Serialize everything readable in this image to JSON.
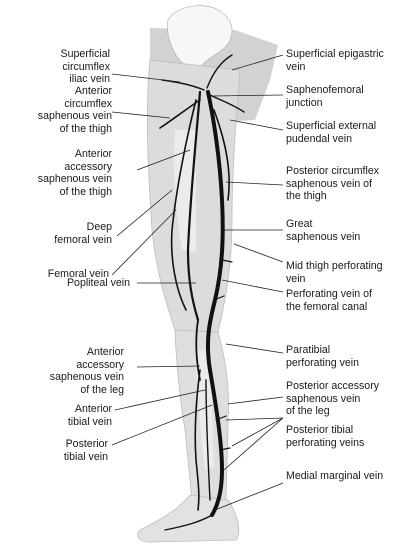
{
  "labels": {
    "left": [
      {
        "id": "superficial-circumflex-iliac-vein",
        "text": "Superficial\ncircumflex\niliac vein"
      },
      {
        "id": "anterior-circumflex-saphenous-vein-thigh",
        "text": "Anterior\ncircumflex\nsaphenous vein\nof the thigh"
      },
      {
        "id": "anterior-accessory-saphenous-vein-thigh",
        "text": "Anterior\naccessory\nsaphenous vein\nof the thigh"
      },
      {
        "id": "deep-femoral-vein",
        "text": "Deep\nfemoral vein"
      },
      {
        "id": "femoral-vein",
        "text": "Femoral vein"
      },
      {
        "id": "popliteal-vein",
        "text": "Popliteal vein"
      },
      {
        "id": "anterior-accessory-saphenous-vein-leg",
        "text": "Anterior\naccessory\nsaphenous vein\nof the leg"
      },
      {
        "id": "anterior-tibial-vein",
        "text": "Anterior\ntibial vein"
      },
      {
        "id": "posterior-tibial-vein",
        "text": "Posterior\ntibial vein"
      }
    ],
    "right": [
      {
        "id": "superficial-epigastric-vein",
        "text": "Superficial epigastric\nvein"
      },
      {
        "id": "saphenofemoral-junction",
        "text": "Saphenofemoral\njunction"
      },
      {
        "id": "superficial-external-pudendal-vein",
        "text": "Superficial external\npudendal vein"
      },
      {
        "id": "posterior-circumflex-saphenous-vein-thigh",
        "text": "Posterior circumflex\nsaphenous vein of\nthe thigh"
      },
      {
        "id": "great-saphenous-vein",
        "text": "Great\nsaphenous vein"
      },
      {
        "id": "mid-thigh-perforating-vein",
        "text": "Mid thigh perforating\nvein"
      },
      {
        "id": "perforating-vein-femoral-canal",
        "text": "Perforating vein of\nthe femoral canal"
      },
      {
        "id": "paratibial-perforating-vein",
        "text": "Paratibial\nperforating vein"
      },
      {
        "id": "posterior-accessory-saphenous-vein-leg",
        "text": "Posterior accessory\nsaphenous vein\nof the leg"
      },
      {
        "id": "posterior-tibial-perforating-veins",
        "text": "Posterior tibial\nperforating veins"
      },
      {
        "id": "medial-marginal-vein",
        "text": "Medial marginal vein"
      }
    ]
  }
}
